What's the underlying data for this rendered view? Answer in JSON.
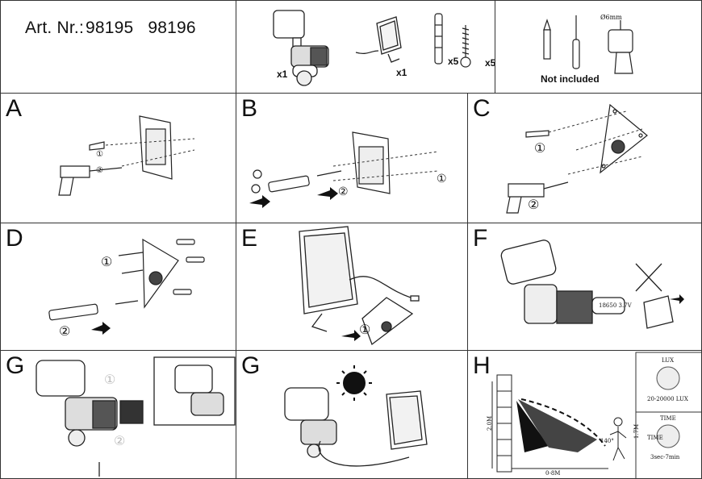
{
  "header": {
    "art_label": "Art. Nr.:",
    "art_numbers": [
      "98195",
      "98196"
    ]
  },
  "parts": {
    "qty_lamp": "x1",
    "qty_panel": "x1",
    "qty_plugs": "x5",
    "qty_screws": "x5"
  },
  "tools": {
    "drill_bit": "Ø6mm",
    "not_included": "Not included"
  },
  "steps": [
    {
      "letter": "A"
    },
    {
      "letter": "B"
    },
    {
      "letter": "C"
    },
    {
      "letter": "D"
    },
    {
      "letter": "E"
    },
    {
      "letter": "F"
    },
    {
      "letter": "G"
    },
    {
      "letter": "G"
    },
    {
      "letter": "H"
    }
  ],
  "markers": {
    "one": "①",
    "two": "②"
  },
  "battery_label": "18650 3.7V",
  "detection": {
    "height": "2.0M",
    "range": "0-8M",
    "angle": "140°",
    "person_height": "1.7M"
  },
  "lux": {
    "title": "LUX",
    "range": "20-20000 LUX"
  },
  "time": {
    "title": "TIME",
    "dial_label": "TIME",
    "range": "3sec-7min"
  }
}
